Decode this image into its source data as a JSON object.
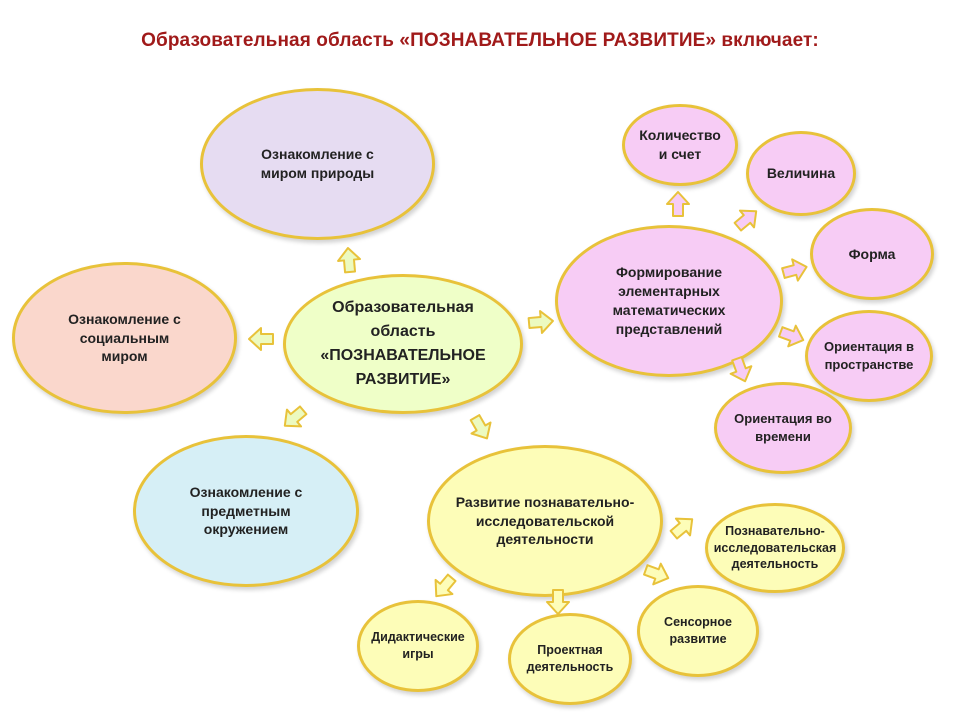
{
  "title": "Образовательная область «ПОЗНАВАТЕЛЬНОЕ РАЗВИТИЕ» включает:",
  "colors": {
    "title": "#a01a1a",
    "border": "#e8c23a",
    "center_fill": "#efffc8",
    "lavender": "#e6dcf2",
    "peach": "#fad7cc",
    "light_blue": "#d6eff6",
    "pink": "#f7ccf5",
    "yellow": "#fdfdb8",
    "arrow_fill": "#ecfac0"
  },
  "nodes": {
    "center": "Образовательная\nобласть\n«ПОЗНАВАТЕЛЬНОЕ\nРАЗВИТИЕ»",
    "nature": "Ознакомление с\nмиром природы",
    "social": "Ознакомление с\nсоциальным\nмиром",
    "objects": "Ознакомление с\nпредметным\nокружением",
    "math": "Формирование\nэлементарных\nматематических\nпредставлений",
    "math_quantity": "Количество\nи счет",
    "math_size": "Величина",
    "math_shape": "Форма",
    "math_space": "Ориентация в\nпространстве",
    "math_time": "Ориентация во\nвремени",
    "research": "Развитие познавательно-\nисследовательской\nдеятельности",
    "research_activity": "Познавательно-\nисследовательская\nдеятельность",
    "research_sensory": "Сенсорное\nразвитие",
    "research_project": "Проектная\nдеятельность",
    "research_games": "Дидактические\nигры"
  }
}
